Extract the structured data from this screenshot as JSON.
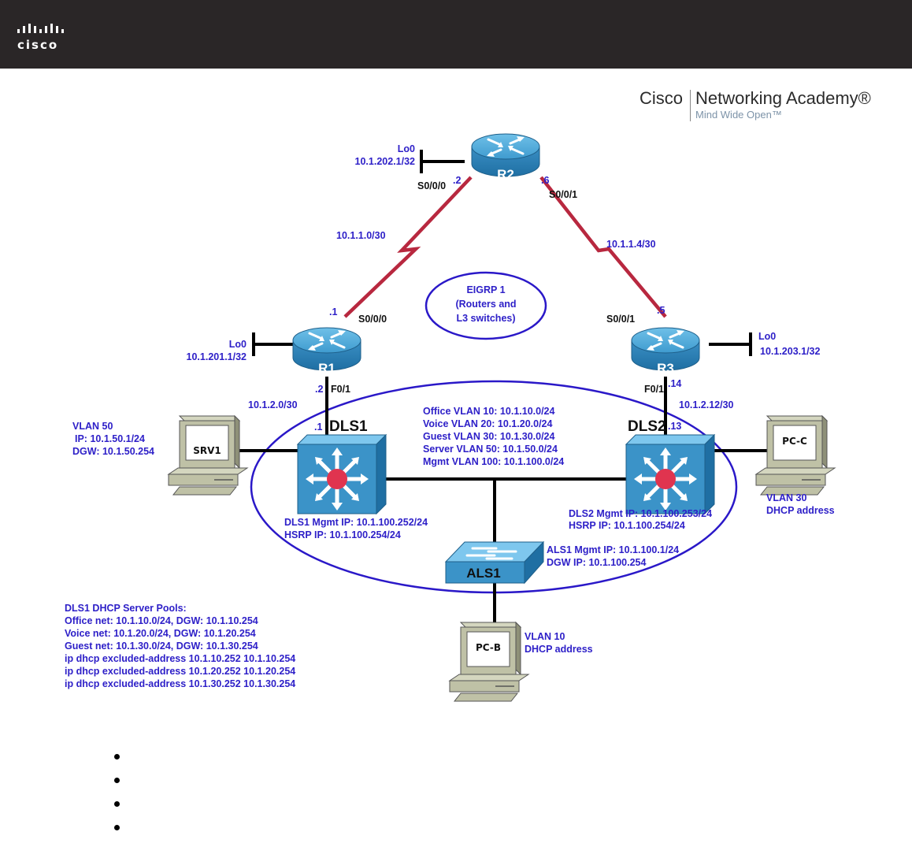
{
  "header": {
    "logo_word": "cisco",
    "logo_tm": "™"
  },
  "academy": {
    "brand": "Cisco",
    "name": "Networking Academy®",
    "tagline": "Mind Wide Open™"
  },
  "colors": {
    "header_bg": "#2a2627",
    "label_blue": "#2e20c8",
    "serial_link": "#b8283f",
    "eigrp_ellipse": "#2a18c8",
    "device_blue": "#3b93c8",
    "switch_center": "#e0344f"
  },
  "routers": {
    "r2": {
      "name": "R2",
      "lo_label": "Lo0",
      "lo_ip": "10.1.202.1/32",
      "s000_if": "S0/0/0",
      "s000_host": ".2",
      "s001_if": "S0/0/1",
      "s001_host": ".6"
    },
    "r1": {
      "name": "R1",
      "lo_label": "Lo0",
      "lo_ip": "10.1.201.1/32",
      "s000_if": "S0/0/0",
      "s000_host": ".1",
      "f01_if": "F0/1",
      "f01_host": ".2"
    },
    "r3": {
      "name": "R3",
      "lo_label": "Lo0",
      "lo_ip": "10.1.203.1/32",
      "s001_if": "S0/0/1",
      "s001_host": ".5",
      "f01_if": "F0/1",
      "f01_host": ".14"
    }
  },
  "links": {
    "r1_r2_net": "10.1.1.0/30",
    "r2_r3_net": "10.1.1.4/30",
    "r1_dls1_net": "10.1.2.0/30",
    "r3_dls2_net": "10.1.2.12/30"
  },
  "eigrp": {
    "line1": "EIGRP 1",
    "line2": "(Routers and",
    "line3": "L3 switches)"
  },
  "dls1": {
    "name": "DLS1",
    "host": ".1",
    "mgmt_ip": "DLS1 Mgmt IP: 10.1.100.252/24",
    "hsrp_ip": "HSRP IP: 10.1.100.254/24"
  },
  "dls2": {
    "name": "DLS2",
    "host": ".13",
    "mgmt_ip": "DLS2 Mgmt IP: 10.1.100.253/24",
    "hsrp_ip": "HSRP IP: 10.1.100.254/24"
  },
  "vlans": [
    "Office VLAN 10: 10.1.10.0/24",
    "Voice VLAN 20: 10.1.20.0/24",
    "Guest VLAN 30: 10.1.30.0/24",
    "Server VLAN 50: 10.1.50.0/24",
    "Mgmt VLAN 100: 10.1.100.0/24"
  ],
  "als1": {
    "name": "ALS1",
    "mgmt_ip": "ALS1 Mgmt IP: 10.1.100.1/24",
    "dgw_ip": "DGW IP: 10.1.100.254"
  },
  "srv1": {
    "name": "SRV1",
    "vlan": "VLAN 50",
    "ip": "IP: 10.1.50.1/24",
    "dgw": "DGW: 10.1.50.254"
  },
  "pcc": {
    "name": "PC-C",
    "vlan": "VLAN 30",
    "addr": "DHCP address"
  },
  "pcb": {
    "name": "PC-B",
    "vlan": "VLAN 10",
    "addr": "DHCP address"
  },
  "dhcp_pools": {
    "title": "DLS1 DHCP Server Pools:",
    "lines": [
      "Office net: 10.1.10.0/24, DGW: 10.1.10.254",
      "Voice net: 10.1.20.0/24, DGW: 10.1.20.254",
      "Guest net: 10.1.30.0/24, DGW: 10.1.30.254",
      "ip dhcp excluded-address 10.1.10.252 10.1.10.254",
      "ip dhcp excluded-address 10.1.20.252 10.1.20.254",
      "ip dhcp excluded-address 10.1.30.252 10.1.30.254"
    ]
  },
  "bullets": [
    "",
    "",
    "",
    ""
  ]
}
